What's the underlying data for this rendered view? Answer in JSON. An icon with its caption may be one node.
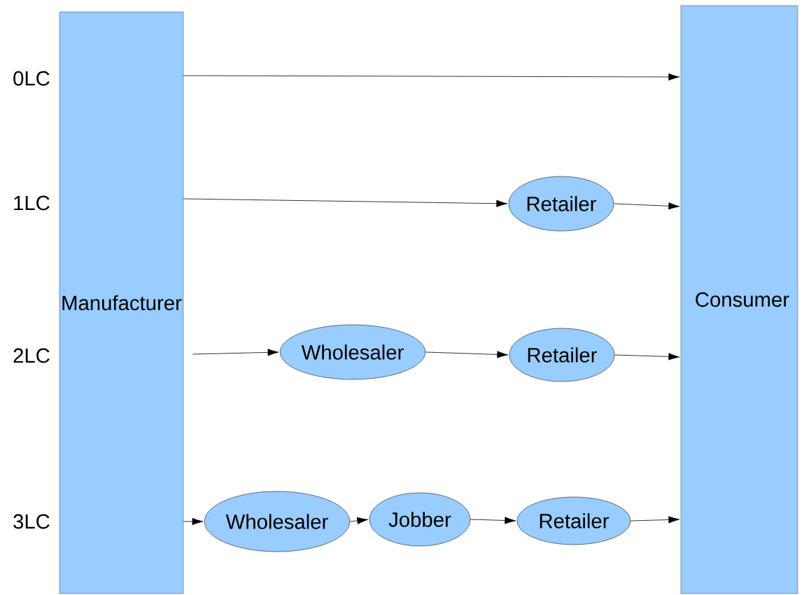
{
  "diagram": {
    "nodes": [
      {
        "text": [
          "Manufacturer"
        ]
      },
      {
        "text": [
          "Consumer"
        ]
      },
      {
        "text": [
          "Retailer"
        ]
      },
      {
        "text": [
          "Wholesaler"
        ]
      },
      {
        "text": [
          "Retailer"
        ]
      },
      {
        "text": [
          "Wholesaler"
        ]
      },
      {
        "text": [
          "Jobber"
        ]
      },
      {
        "text": [
          "Retailer"
        ]
      }
    ],
    "edges": [
      {
        "from": 0,
        "to": 1,
        "arrow": "to"
      },
      {
        "from": 0,
        "to": 2,
        "arrow": "to"
      },
      {
        "from": 2,
        "to": 1,
        "arrow": "to"
      },
      {
        "from": 0,
        "to": 3,
        "arrow": "to"
      },
      {
        "from": 3,
        "to": 4,
        "arrow": "to"
      },
      {
        "from": 4,
        "to": 1,
        "arrow": "to"
      },
      {
        "from": 0,
        "to": 5,
        "arrow": "to"
      },
      {
        "from": 5,
        "to": 6,
        "arrow": "to"
      },
      {
        "from": 6,
        "to": 7,
        "arrow": "to"
      },
      {
        "from": 7,
        "to": 1,
        "arrow": "to"
      }
    ],
    "labels": [
      "0LC",
      "1LC",
      "2LC",
      "3LC"
    ]
  }
}
